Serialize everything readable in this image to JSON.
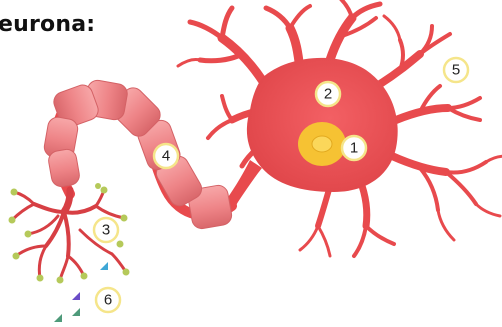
{
  "title": "eurona:",
  "labels": [
    {
      "id": "nucleus",
      "text": "1"
    },
    {
      "id": "soma",
      "text": "2"
    },
    {
      "id": "axon-terminals",
      "text": "3"
    },
    {
      "id": "myelin-sheath",
      "text": "4"
    },
    {
      "id": "dendrites",
      "text": "5"
    },
    {
      "id": "neurotransmitters",
      "text": "6"
    }
  ],
  "colors": {
    "neuron": "#e84a4d",
    "neuron_dark": "#c9363c",
    "myelin": "#f08a8c",
    "myelin_shadow": "#d9676b",
    "nucleus": "#f6c233",
    "nucleolus": "#fbd75a",
    "terminal_bulb": "#b5c95a",
    "label_ring": "#f5e58a",
    "nt_blue": "#3fa7d6",
    "nt_purple": "#6a4cc7",
    "nt_green": "#4e9a7a"
  }
}
